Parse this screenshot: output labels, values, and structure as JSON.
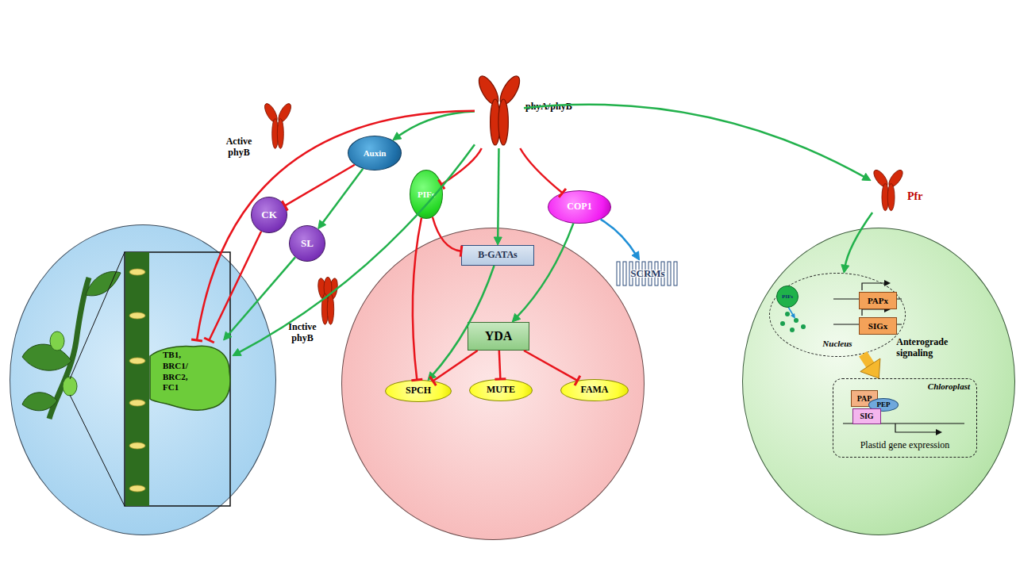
{
  "diagram": {
    "nodes": [
      {
        "text": [
          "phyA/phyB"
        ]
      },
      {
        "text": [
          "Active phyB"
        ]
      },
      {
        "text": [
          "Auxin"
        ]
      },
      {
        "text": [
          "PIFs"
        ]
      },
      {
        "text": [
          "COP1"
        ]
      },
      {
        "text": [
          "CK"
        ]
      },
      {
        "text": [
          "SL"
        ]
      },
      {
        "text": [
          "Inctive phyB"
        ]
      },
      {
        "text": [
          "Pfr"
        ]
      },
      {
        "text": []
      },
      {
        "text": [
          "TB1, BRC1/ BRC2, FC1"
        ],
        "in": 9
      },
      {
        "text": []
      },
      {
        "text": [
          "B-GATAs"
        ],
        "in": 11
      },
      {
        "text": [
          "YDA"
        ],
        "in": 11
      },
      {
        "text": [
          "SPCH"
        ],
        "in": 11
      },
      {
        "text": [
          "MUTE"
        ],
        "in": 11
      },
      {
        "text": [
          "FAMA"
        ],
        "in": 11
      },
      {
        "text": [
          "SCRMs"
        ]
      },
      {
        "text": []
      },
      {
        "text": [
          "Nucleus"
        ],
        "in": 18
      },
      {
        "text": [
          "PIFs"
        ],
        "in": 19
      },
      {
        "text": [
          "PAPx"
        ],
        "in": 19
      },
      {
        "text": [
          "SIGx"
        ],
        "in": 19
      },
      {
        "text": [
          "Chloroplast",
          "Plastid gene expression"
        ],
        "in": 18
      },
      {
        "text": [
          "PAP"
        ],
        "in": 23
      },
      {
        "text": [
          "PEP"
        ],
        "in": 23
      },
      {
        "text": [
          "SIG"
        ],
        "in": 23
      }
    ],
    "edges": [
      {
        "from": 0,
        "to": 2,
        "arrow": "to"
      },
      {
        "from": 0,
        "to": 3,
        "arrow": "to"
      },
      {
        "from": 0,
        "to": 12,
        "arrow": "to"
      },
      {
        "from": 0,
        "to": 4,
        "arrow": "to"
      },
      {
        "from": 0,
        "to": 8,
        "arrow": "to"
      },
      {
        "from": 0,
        "to": 10,
        "arrow": "to"
      },
      {
        "from": 0,
        "to": 10,
        "arrow": "to"
      },
      {
        "from": 2,
        "to": 5,
        "arrow": "to"
      },
      {
        "from": 2,
        "to": 6,
        "arrow": "to"
      },
      {
        "from": 5,
        "to": 10,
        "arrow": "to"
      },
      {
        "from": 6,
        "to": 10,
        "arrow": "to"
      },
      {
        "from": 3,
        "to": 12,
        "arrow": "to"
      },
      {
        "from": 3,
        "to": 14,
        "arrow": "to"
      },
      {
        "from": 12,
        "to": 14,
        "arrow": "to"
      },
      {
        "from": 4,
        "to": 13,
        "arrow": "to"
      },
      {
        "from": 4,
        "to": 17,
        "arrow": "to"
      },
      {
        "from": 13,
        "to": 14,
        "arrow": "to"
      },
      {
        "from": 13,
        "to": 15,
        "arrow": "to"
      },
      {
        "from": 13,
        "to": 16,
        "arrow": "to"
      },
      {
        "from": 8,
        "to": 19,
        "arrow": "to"
      },
      {
        "from": 19,
        "to": 23,
        "label": "Anterograde signaling",
        "arrow": "to"
      }
    ]
  }
}
